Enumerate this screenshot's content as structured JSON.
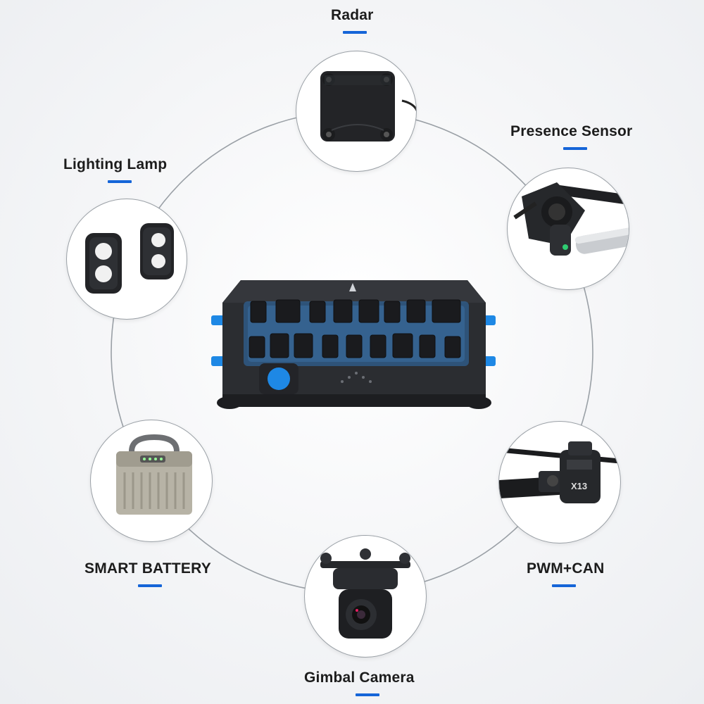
{
  "colors": {
    "accent": "#1565d8",
    "ring": "#9aa0a6",
    "connector_blue": "#1e88e5",
    "device_dark": "#2a2c30"
  },
  "peripherals": [
    {
      "id": "radar",
      "label": "Radar",
      "icon": "radar-module-icon"
    },
    {
      "id": "presence",
      "label": "Presence Sensor",
      "icon": "presence-sensor-icon"
    },
    {
      "id": "lamp",
      "label": "Lighting Lamp",
      "icon": "lighting-lamp-icon"
    },
    {
      "id": "pwm",
      "label": "PWM+CAN",
      "icon": "motor-arm-icon"
    },
    {
      "id": "battery",
      "label": "SMART BATTERY",
      "icon": "smart-battery-icon"
    },
    {
      "id": "gimbal",
      "label": "Gimbal Camera",
      "icon": "gimbal-camera-icon"
    }
  ],
  "hub": {
    "icon": "distribution-hub-icon"
  }
}
